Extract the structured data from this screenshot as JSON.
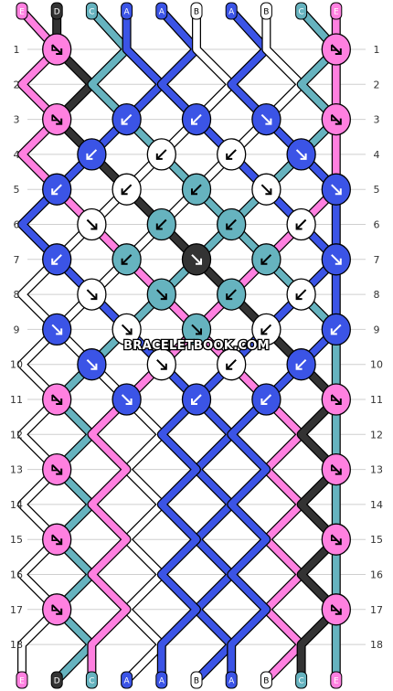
{
  "colors": {
    "E": "#ff80e0",
    "D": "#333333",
    "C": "#66b3bf",
    "A": "#3b54e6",
    "B": "#ffffff"
  },
  "top_labels": [
    "E",
    "D",
    "C",
    "A",
    "A",
    "B",
    "A",
    "B",
    "C",
    "E"
  ],
  "bottom_labels": [
    "E",
    "D",
    "C",
    "A",
    "A",
    "B",
    "A",
    "B",
    "C",
    "E"
  ],
  "row_numbers": [
    "1",
    "2",
    "3",
    "4",
    "5",
    "6",
    "7",
    "8",
    "9",
    "10",
    "11",
    "12",
    "13",
    "14",
    "15",
    "16",
    "17",
    "18"
  ],
  "watermark": "BRACELETBOOK.COM",
  "knot_grid": [
    [
      "E",
      null,
      null,
      null,
      "E"
    ],
    [
      null,
      null,
      null,
      null
    ],
    [
      "E",
      "A",
      "A",
      "A",
      "E"
    ],
    [
      "A",
      "B",
      "B",
      "A"
    ],
    [
      "A",
      "B",
      "C",
      "B",
      "A"
    ],
    [
      "B",
      "C",
      "C",
      "B"
    ],
    [
      "A",
      "C",
      "D",
      "C",
      "A"
    ],
    [
      "B",
      "C",
      "C",
      "B"
    ],
    [
      "A",
      "B",
      "C",
      "B",
      "A"
    ],
    [
      "A",
      "B",
      "B",
      "A"
    ],
    [
      "E",
      "A",
      "A",
      "A",
      "E"
    ],
    [
      null,
      null,
      null,
      null
    ],
    [
      "E",
      null,
      null,
      null,
      "E"
    ],
    [
      null,
      null,
      null,
      null
    ],
    [
      "E",
      null,
      null,
      null,
      "E"
    ],
    [
      null,
      null,
      null,
      null
    ],
    [
      "E",
      null,
      null,
      null,
      "E"
    ],
    [
      null,
      null,
      null,
      null
    ]
  ],
  "knot_arrows": [
    [
      "fr",
      null,
      null,
      null,
      "fr"
    ],
    [
      null,
      null,
      null,
      null
    ],
    [
      "fr",
      "bl",
      "bl",
      "br",
      "fr"
    ],
    [
      "bl",
      "bl",
      "bl",
      "br"
    ],
    [
      "bl",
      "bl",
      "bl",
      "br",
      "br"
    ],
    [
      "br",
      "bl",
      "bl",
      "bl"
    ],
    [
      "bl",
      "bl",
      "br",
      "bl",
      "br"
    ],
    [
      "br",
      "br",
      "bl",
      "bl"
    ],
    [
      "br",
      "br",
      "br",
      "bl",
      "bl"
    ],
    [
      "br",
      "br",
      "bl",
      "bl"
    ],
    [
      "fr",
      "br",
      "bl",
      "bl",
      "fr"
    ],
    [
      null,
      null,
      null,
      null
    ],
    [
      "fr",
      null,
      null,
      null,
      "fr"
    ],
    [
      null,
      null,
      null,
      null
    ],
    [
      "fr",
      null,
      null,
      null,
      "fr"
    ],
    [
      null,
      null,
      null,
      null
    ],
    [
      "fr",
      null,
      null,
      null,
      "fr"
    ],
    [
      null,
      null,
      null,
      null
    ]
  ]
}
